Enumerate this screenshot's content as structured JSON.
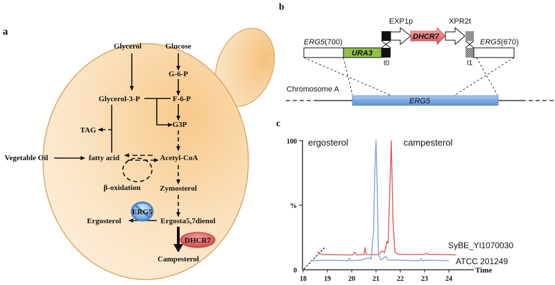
{
  "panel_labels": {
    "a": "a",
    "b": "b",
    "c": "c"
  },
  "panel_a": {
    "title": "Yeast metabolic pathway",
    "nodes": {
      "glycerol": "Glycerol",
      "glucose": "Glucose",
      "g6p": "G-6-P",
      "f6p": "F-6-P",
      "glycerol3p": "Glycerol-3-P",
      "g3p": "G3P",
      "tag": "TAG",
      "vegetable_oil": "Vegetable Oil",
      "fatty_acid": "fatty acid",
      "acetyl_coa": "Acetyl-CoA",
      "beta_oxidation": "β-oxidation",
      "zymosterol": "Zymosterol",
      "ergosterol": "Ergosterol",
      "ergosta": "Ergosta5,7dienol",
      "campesterol": "Campesterol"
    },
    "enzymes": {
      "erg5": {
        "label": "ERG5",
        "status": "knocked-out",
        "color": "#6fa8dc"
      },
      "dhcr7": {
        "label": "DHCR7",
        "status": "introduced",
        "color": "#e06666"
      }
    },
    "colors": {
      "cell_fill": "#f9d9a8",
      "cell_edge": "#e8b878"
    }
  },
  "panel_b": {
    "cassette": {
      "erg5_left": {
        "name": "ERG5",
        "size": "(700)"
      },
      "ura3": "URA3",
      "t0": "t0",
      "exp1p": "EXP1p",
      "dhcr7": "DHCR7",
      "xpr2t": "XPR2t",
      "t1": "t1",
      "erg5_right": {
        "name": "ERG5",
        "size": "(670)"
      }
    },
    "chromosome": {
      "label": "Chromosome A",
      "gene": "ERG5"
    },
    "colors": {
      "ura3": "#93c047",
      "dhcr7": "#e06666",
      "erg5_gene": "#6fa8dc"
    }
  },
  "chart_data": {
    "type": "line",
    "title": "",
    "xlabel": "Time",
    "ylabel": "%",
    "xlim": [
      18,
      24.3
    ],
    "ylim": [
      0,
      100
    ],
    "x_ticks": [
      "18",
      "19",
      "20",
      "21",
      "22",
      "23",
      "24"
    ],
    "y_ticks": [
      "0",
      "%",
      "100"
    ],
    "annotations": [
      {
        "text": "ergosterol",
        "x": 21.0
      },
      {
        "text": "campesterol",
        "x": 21.63
      }
    ],
    "series": [
      {
        "name": "SyBE_Yl1070030",
        "color": "#e05a5a",
        "offset": 12,
        "x": [
          18.6,
          18.65,
          18.8,
          19.5,
          20.05,
          20.12,
          20.2,
          20.5,
          20.55,
          20.6,
          20.7,
          21.1,
          21.25,
          21.35,
          21.45,
          21.5,
          21.55,
          21.63,
          21.7,
          21.78,
          21.9,
          22.3,
          23.0,
          23.08,
          23.15,
          23.5,
          24.3
        ],
        "y": [
          3,
          1.5,
          0.3,
          0,
          0,
          2.5,
          0,
          0.3,
          6.5,
          0.5,
          0.3,
          0.2,
          3.5,
          2.0,
          12,
          10,
          45,
          100,
          30,
          2.5,
          0.6,
          0.4,
          0.3,
          1.6,
          0.3,
          0.5,
          0
        ]
      },
      {
        "name": "ATCC 201249",
        "color": "#7ea6dd",
        "offset": 4,
        "x": [
          18.3,
          18.8,
          19.25,
          19.85,
          19.9,
          19.95,
          20.4,
          20.7,
          20.8,
          20.9,
          20.95,
          21.0,
          21.05,
          21.1,
          21.2,
          21.4,
          21.5,
          21.9,
          22.8,
          22.85,
          22.9,
          23.15,
          24.0
        ],
        "y": [
          0,
          0.4,
          0.4,
          0,
          2,
          0,
          0.5,
          2.5,
          1.5,
          25,
          75,
          100,
          60,
          5,
          0.5,
          3.5,
          0.5,
          0.5,
          0,
          1.5,
          0,
          0.5,
          0
        ]
      }
    ],
    "legend": "inline-right"
  }
}
